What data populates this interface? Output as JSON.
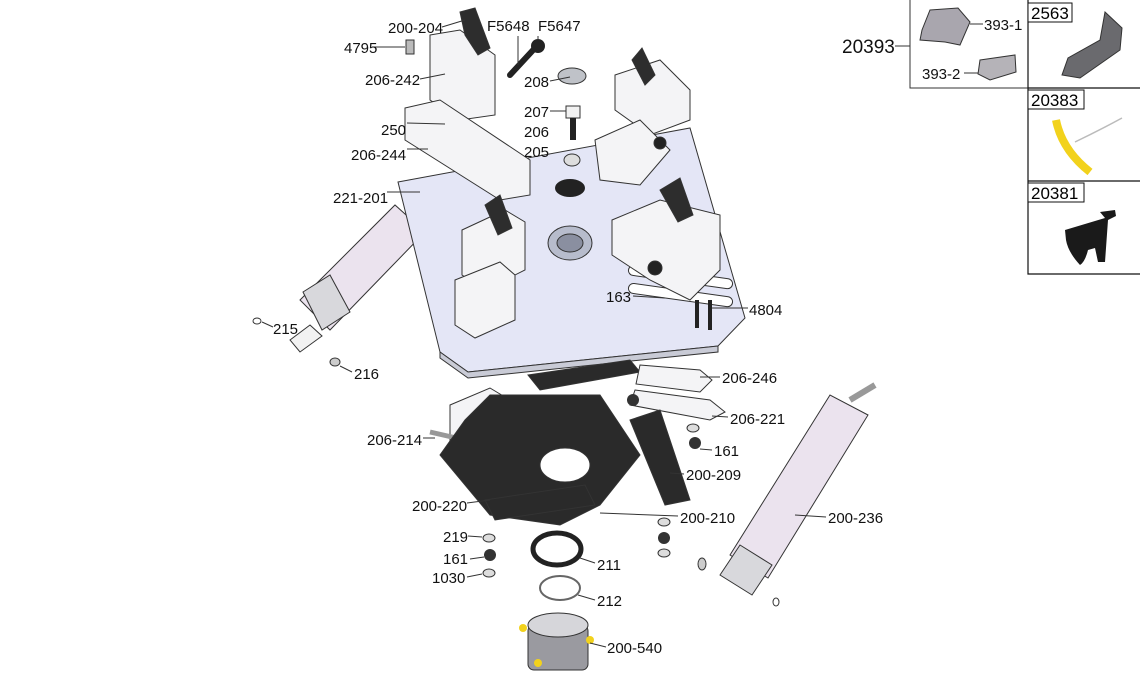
{
  "labels": {
    "p200_204": "200-204",
    "pF5648": "F5648",
    "pF5647": "F5647",
    "p4795": "4795",
    "p206_242": "206-242",
    "p208": "208",
    "p207": "207",
    "p250": "250",
    "p206": "206",
    "p206_244": "206-244",
    "p205": "205",
    "p221_201": "221-201",
    "p163": "163",
    "p4804": "4804",
    "p215": "215",
    "p216": "216",
    "p206_246": "206-246",
    "p206_221": "206-221",
    "p206_214": "206-214",
    "p161a": "161",
    "p200_209": "200-209",
    "p200_220": "200-220",
    "p200_210": "200-210",
    "p200_236": "200-236",
    "p219": "219",
    "p211": "211",
    "p161b": "161",
    "p1030": "1030",
    "p212": "212",
    "p200_540": "200-540"
  },
  "accessories": {
    "kit": "20393",
    "kit_part1": "393-1",
    "kit_part2": "393-2",
    "box1": "2563",
    "box2": "20383",
    "box3": "20381"
  },
  "colors": {
    "plate": "#e4e6f6",
    "dark_plate": "#2a2a2a",
    "bracket": "#f4f4f6",
    "cylinder": "#e8e0ec",
    "yellow": "#f2d21c"
  }
}
